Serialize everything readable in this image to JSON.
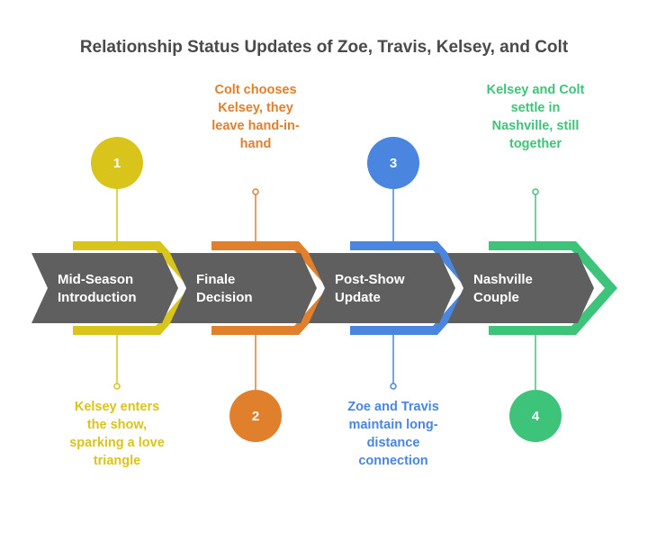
{
  "title": "Relationship Status Updates of Zoe, Travis, Kelsey, and Colt",
  "colors": {
    "step1": "#d9c41b",
    "step2": "#e07f2c",
    "step3": "#4a86e0",
    "step4": "#3ec47a",
    "chevron_fill": "#5f5f5f",
    "title": "#4a4a4a"
  },
  "steps": [
    {
      "number": "1",
      "label_line1": "Mid-Season",
      "label_line2": "Introduction",
      "desc_lines": [
        "Kelsey enters",
        "the show,",
        "sparking a love",
        "triangle"
      ]
    },
    {
      "number": "2",
      "label_line1": "Finale",
      "label_line2": "Decision",
      "desc_lines": [
        "Colt chooses",
        "Kelsey, they",
        "leave hand-in-",
        "hand"
      ]
    },
    {
      "number": "3",
      "label_line1": "Post-Show",
      "label_line2": "Update",
      "desc_lines": [
        "Zoe and Travis",
        "maintain long-",
        "distance",
        "connection"
      ]
    },
    {
      "number": "4",
      "label_line1": "Nashville",
      "label_line2": "Couple",
      "desc_lines": [
        "Kelsey and Colt",
        "settle in",
        "Nashville, still",
        "together"
      ]
    }
  ]
}
